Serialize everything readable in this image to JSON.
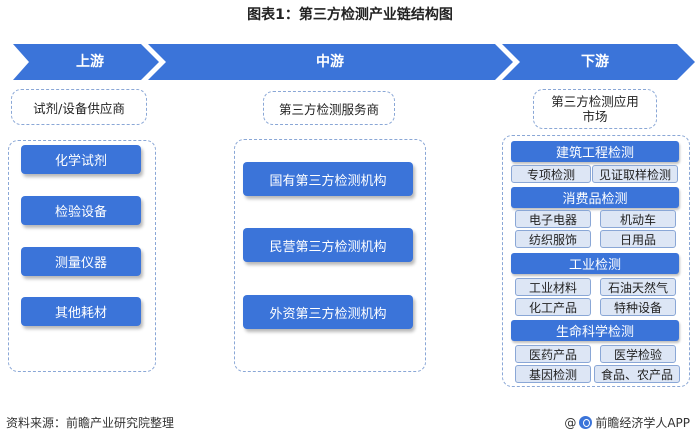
{
  "title": "图表1：第三方检测产业链结构图",
  "stages": [
    "上游",
    "中游",
    "下游"
  ],
  "upstream": {
    "category": "试剂/设备供应商",
    "items": [
      "化学试剂",
      "检验设备",
      "测量仪器",
      "其他耗材"
    ]
  },
  "midstream": {
    "category": "第三方检测服务商",
    "items": [
      "国有第三方检测机构",
      "民营第三方检测机构",
      "外资第三方检测机构"
    ]
  },
  "downstream": {
    "category_line1": "第三方检测应用",
    "category_line2": "市场",
    "sections": [
      {
        "name": "建筑工程检测",
        "items": [
          "专项检测",
          "见证取样检测"
        ]
      },
      {
        "name": "消费品检测",
        "items": [
          "电子电器",
          "机动车",
          "纺织服饰",
          "日用品"
        ]
      },
      {
        "name": "工业检测",
        "items": [
          "工业材料",
          "石油天然气",
          "化工产品",
          "特种设备"
        ]
      },
      {
        "name": "生命科学检测",
        "items": [
          "医药产品",
          "医学检验",
          "基因检测",
          "食品、农产品"
        ]
      }
    ]
  },
  "footer": {
    "source": "资料来源：前瞻产业研究院整理",
    "brand": "前瞻经济学人APP",
    "at": "@"
  },
  "colors": {
    "arrow": "#3b74d9",
    "box": "#3b74d9",
    "dashed_border": "#8aa7d6",
    "subitem_bg": "#dde6f5"
  }
}
